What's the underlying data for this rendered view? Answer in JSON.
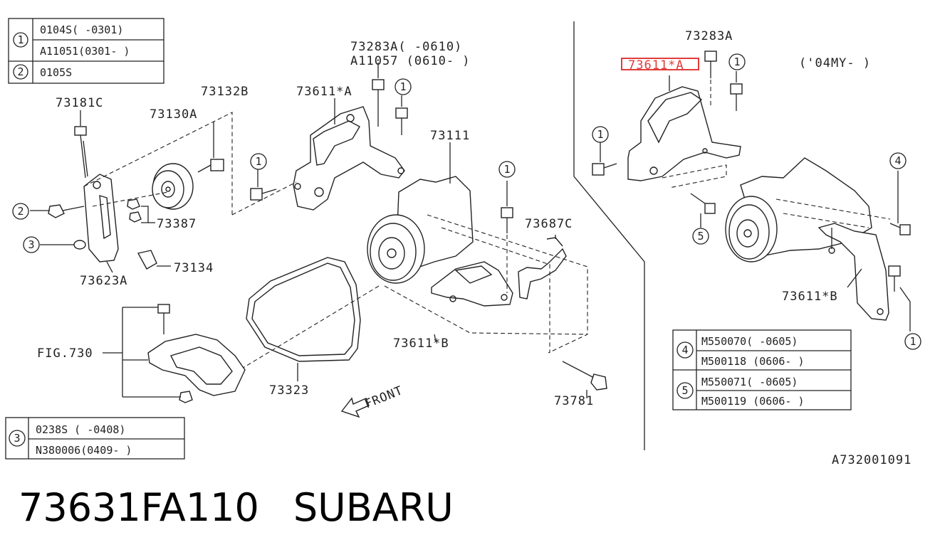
{
  "callouts": {
    "c73181C": "73181C",
    "c73132B": "73132B",
    "c73130A": "73130A",
    "c73387": "73387",
    "c73134": "73134",
    "c73623A": "73623A",
    "c73283A_left": "73283A( -0610)",
    "cA11057": "A11057 (0610- )",
    "c73611A_left": "73611*A",
    "c73111": "73111",
    "c73687C": "73687C",
    "c73611B_left": "73611*B",
    "c73323": "73323",
    "c73781": "73781",
    "cFIG730": "FIG.730",
    "cFRONT": "FRONT",
    "c73283A_right": "73283A",
    "c73611A_right": "73611*A",
    "c04MY": "('04MY- )",
    "c73611B_right": "73611*B",
    "diagram_code": "A732001091"
  },
  "markers": {
    "m1": "1",
    "m2": "2",
    "m3": "3",
    "m4": "4",
    "m5": "5"
  },
  "tables": {
    "t1": {
      "num": "1",
      "rows": [
        "0104S( -0301)",
        "A11051(0301- )"
      ]
    },
    "t2": {
      "num": "2",
      "rows": [
        "0105S"
      ]
    },
    "t3": {
      "num": "3",
      "rows": [
        "0238S ( -0408)",
        "N380006(0409- )"
      ]
    },
    "t4": {
      "num": "4",
      "rows": [
        "M550070( -0605)",
        "M500118 (0606- )"
      ]
    },
    "t5": {
      "num": "5",
      "rows": [
        "M550071( -0605)",
        "M500119 (0606- )"
      ]
    }
  },
  "highlight_color": "#e23b3b",
  "caption": {
    "part_number": "73631FA110",
    "brand": "SUBARU"
  }
}
